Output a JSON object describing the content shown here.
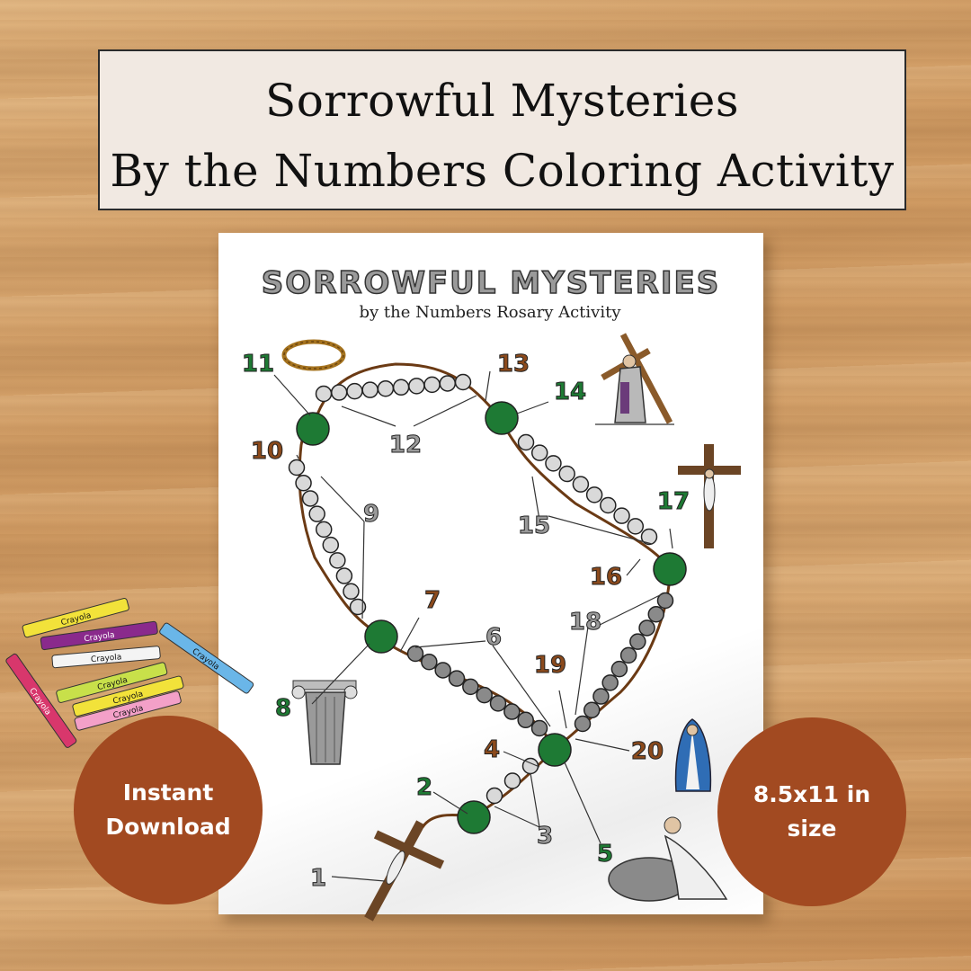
{
  "banner": {
    "line1": "Sorrowful Mysteries",
    "line2": "By the Numbers Coloring Activity"
  },
  "sheet": {
    "heading": "SORROWFUL MYSTERIES",
    "subheading": "by the Numbers Rosary Activity",
    "numbers": [
      "1",
      "2",
      "3",
      "4",
      "5",
      "6",
      "7",
      "8",
      "9",
      "10",
      "11",
      "12",
      "13",
      "14",
      "15",
      "16",
      "17",
      "18",
      "19",
      "20"
    ]
  },
  "badges": {
    "left_line1": "Instant",
    "left_line2": "Download",
    "right_line1": "8.5x11 in",
    "right_line2": "size"
  },
  "crayon_brand": "Crayola",
  "colors": {
    "badge": "#a24a21",
    "bead_green": "#1e7a34",
    "bead_gray": "#d9d9d9",
    "cord": "#6b3a14",
    "num_green": "#1e7a34",
    "num_brown": "#8b4a1c",
    "num_gray": "#9a9a9a"
  }
}
